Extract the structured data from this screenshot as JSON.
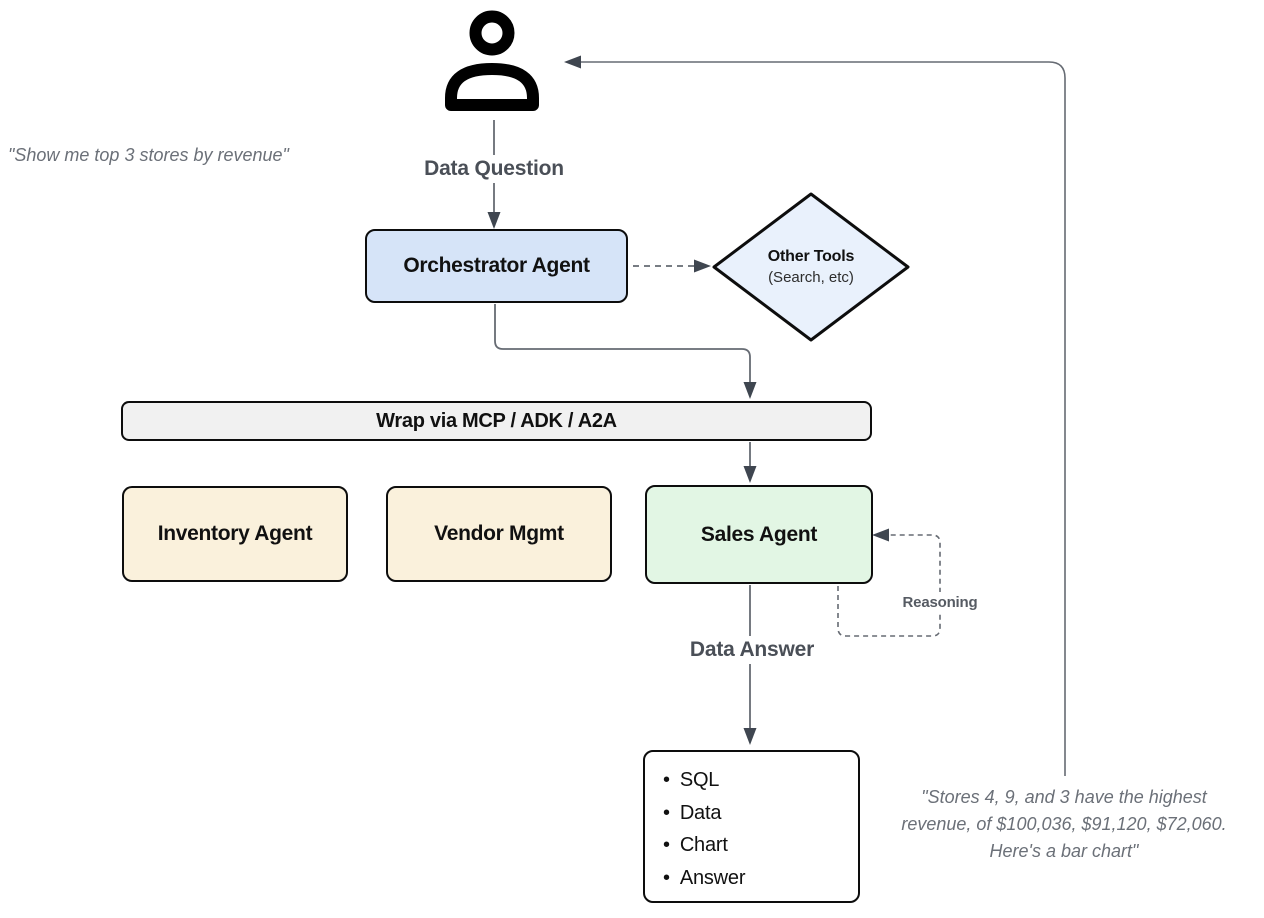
{
  "quotes": {
    "left": "\"Show me top 3 stores by revenue\"",
    "right_lines": {
      "0": "\"Stores 4, 9, and 3 have the highest",
      "1": "revenue, of $100,036, $91,120, $72,060.",
      "2": "Here's a bar chart\""
    }
  },
  "labels": {
    "data_question": "Data Question",
    "data_answer": "Data Answer",
    "reasoning": "Reasoning"
  },
  "nodes": {
    "orchestrator": {
      "label": "Orchestrator Agent",
      "fill": "#d6e4f8"
    },
    "other_tools": {
      "title": "Other Tools",
      "subtitle": "(Search, etc)",
      "fill": "#e9f1fc"
    },
    "wrap_bar": {
      "label": "Wrap via MCP / ADK / A2A",
      "fill": "#f1f1f1"
    },
    "inventory": {
      "label": "Inventory Agent",
      "fill": "#faf1dc"
    },
    "vendor": {
      "label": "Vendor Mgmt",
      "fill": "#faf1dc"
    },
    "sales": {
      "label": "Sales Agent",
      "fill": "#e2f6e4"
    },
    "output": {
      "items": {
        "0": "SQL",
        "1": "Data",
        "2": "Chart",
        "3": "Answer"
      },
      "fill": "#ffffff"
    }
  },
  "icons": {
    "user": "user-icon"
  },
  "colors": {
    "node_border": "#0d0d0d",
    "connector_line": "#666b73",
    "arrowhead": "#3f4650",
    "flow_label_text": "#4a4f57",
    "quote_text": "#6b7078"
  }
}
